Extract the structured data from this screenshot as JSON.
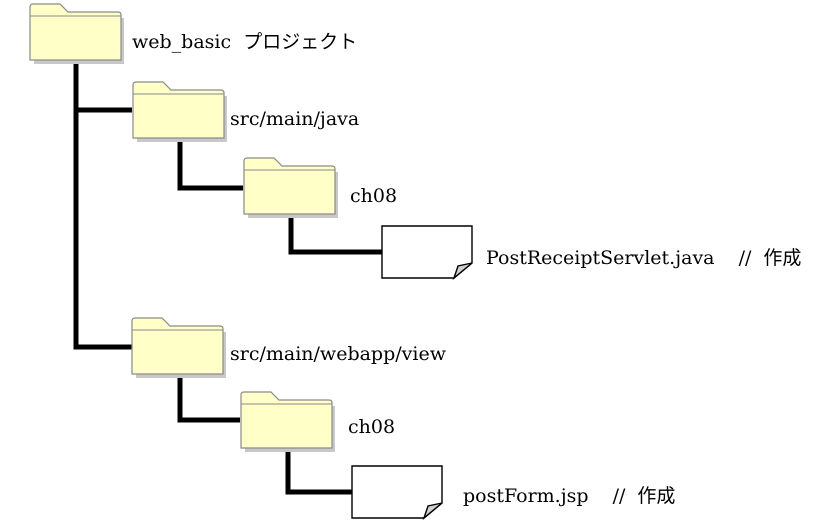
{
  "root": {
    "name": "web_basic",
    "suffix": "プロジェクト"
  },
  "src_main_java": {
    "name": "src/main/java",
    "child_folder": "ch08",
    "file": {
      "name": "PostReceiptServlet.java",
      "comment": "//",
      "note": "作成"
    }
  },
  "src_main_webapp_view": {
    "name": "src/main/webapp/view",
    "child_folder": "ch08",
    "file": {
      "name": "postForm.jsp",
      "comment": "//",
      "note": "作成"
    }
  },
  "colors": {
    "folder_fill": "#ffffc8",
    "folder_outline": "#8a8a8a",
    "connector": "#000000",
    "file_fill": "#ffffff"
  }
}
